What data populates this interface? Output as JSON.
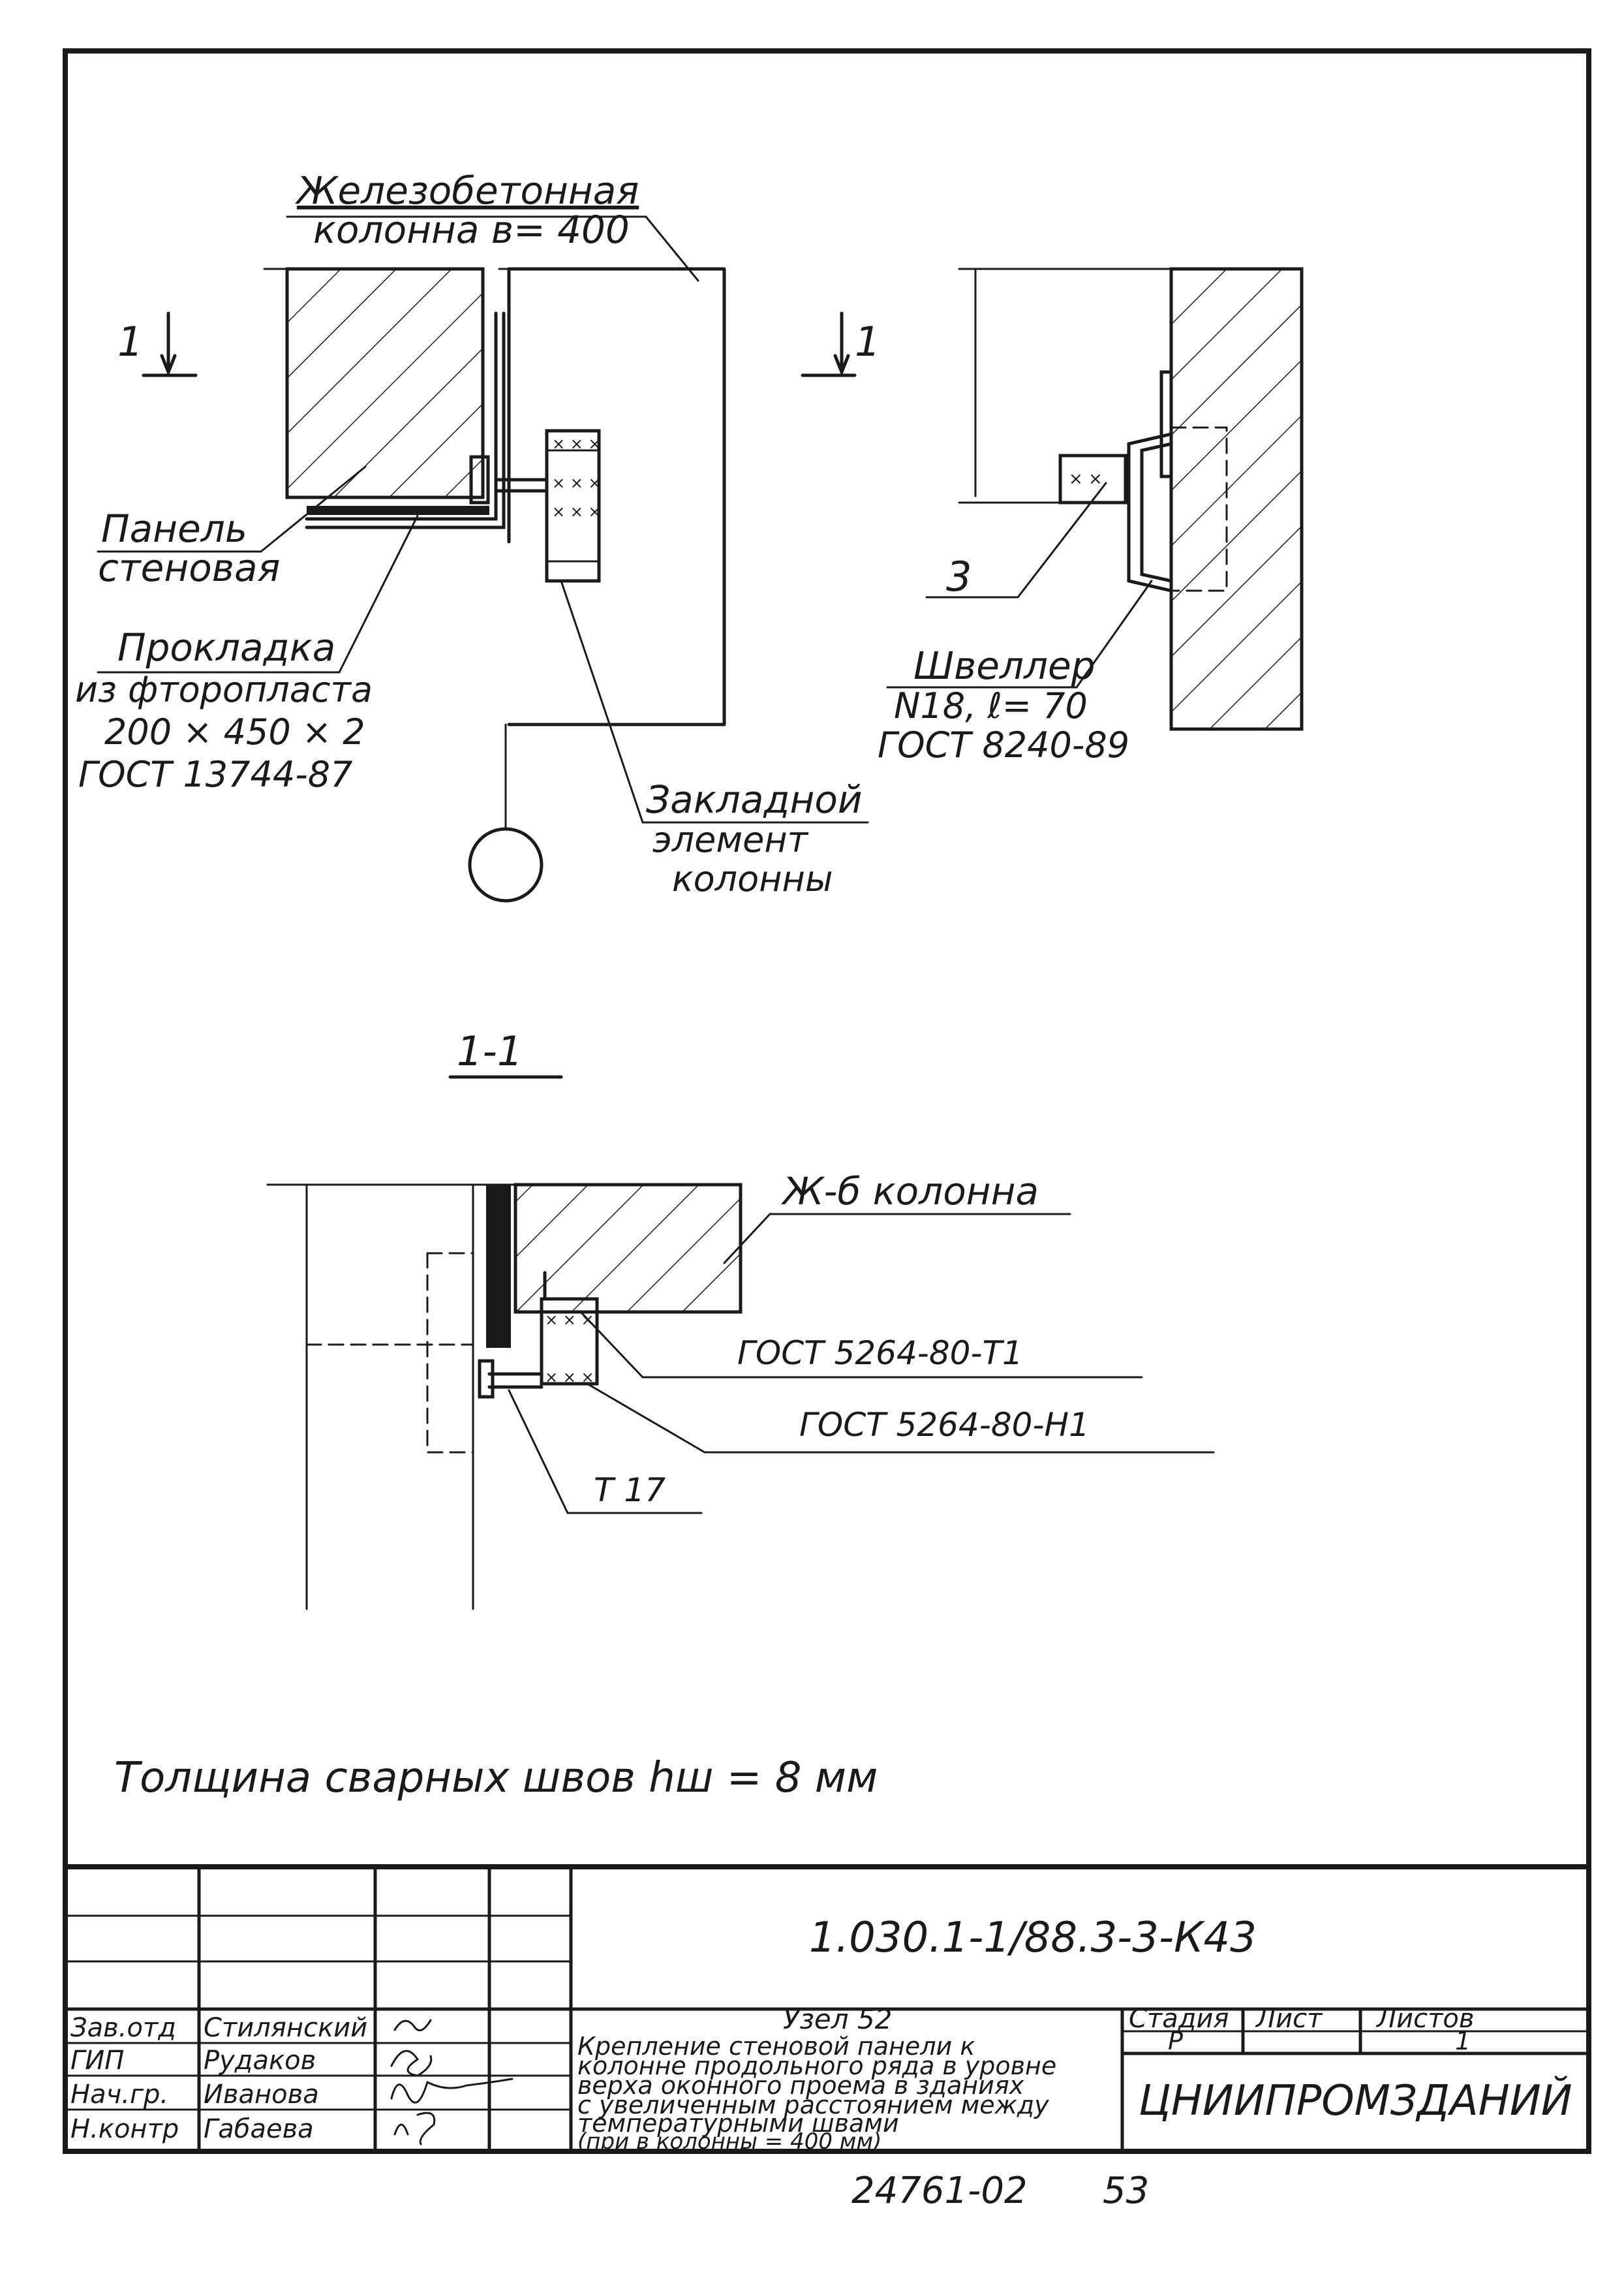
{
  "top_view": {
    "column_label": [
      "Железобетонная",
      "колонна в= 400"
    ],
    "section_marker_left": "1",
    "section_marker_right": "1",
    "panel_label": [
      "Панель",
      "стеновая"
    ],
    "pad_label": [
      "Прокладка",
      "из фторопласта",
      "200 × 450 × 2",
      "ГОСТ 13744-87"
    ],
    "embed_label": [
      "Закладной",
      "элемент",
      "колонны"
    ]
  },
  "side_view": {
    "callout_number": "3",
    "channel_label": [
      "Швеллер",
      "N18, ℓ= 70",
      "ГОСТ 8240-89"
    ]
  },
  "section_view": {
    "title": "1-1",
    "column_label": "Ж-б колонна",
    "weld_top": "ГОСТ 5264-80-Т1",
    "weld_bottom": "ГОСТ 5264-80-Н1",
    "weld_small": "Т 17"
  },
  "weld_note": "Толщина сварных швов hш = 8 мм",
  "title_block": {
    "doc_code": "1.030.1-1/88.3-3-К43",
    "staff": [
      {
        "role": "Зав.отд",
        "name": "Стилянский"
      },
      {
        "role": "ГИП",
        "name": "Рудаков"
      },
      {
        "role": "Нач.гр.",
        "name": "Иванова"
      },
      {
        "role": "Н.контр",
        "name": "Габаева"
      }
    ],
    "node_title": "Узел 52",
    "node_description": [
      "Крепление стеновой панели к",
      "колонне продольного ряда в уровне",
      "верха оконного проема в зданиях",
      "с увеличенным расстоянием между",
      "температурными швами",
      "(при в колонны = 400 мм)"
    ],
    "stage_header": "Стадия",
    "sheet_header": "Лист",
    "sheets_header": "Листов",
    "stage_value": "Р",
    "sheets_value": "1",
    "organization": "ЦНИИПРОМЗДАНИЙ"
  },
  "archive_number": "24761-02",
  "page_number": "53"
}
